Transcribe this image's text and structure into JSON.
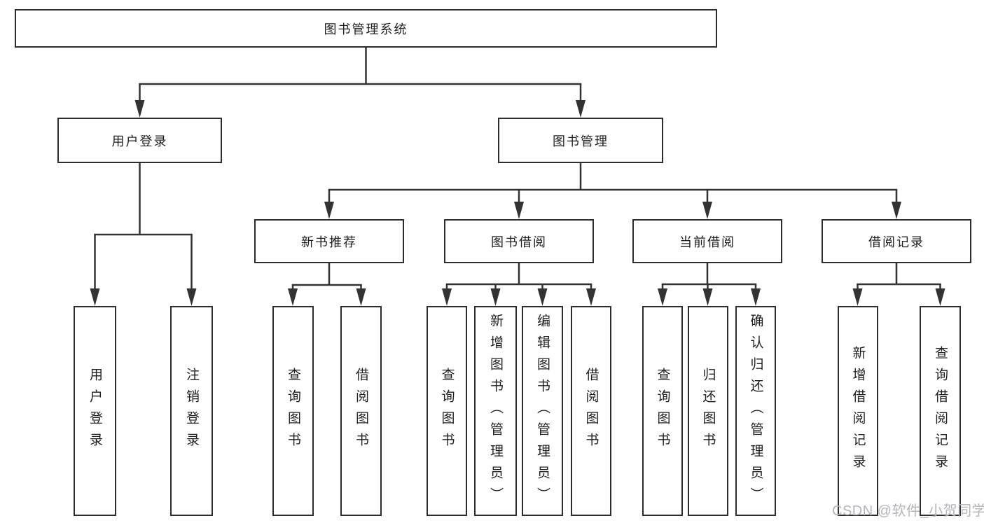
{
  "diagram": {
    "root": {
      "label": "图书管理系统"
    },
    "branches": [
      {
        "label": "用户登录",
        "children": [
          {
            "label": "用户登录"
          },
          {
            "label": "注销登录"
          }
        ]
      },
      {
        "label": "图书管理",
        "sections": [
          {
            "label": "新书推荐",
            "children": [
              {
                "label": "查询图书"
              },
              {
                "label": "借阅图书"
              }
            ]
          },
          {
            "label": "图书借阅",
            "children": [
              {
                "label": "查询图书"
              },
              {
                "label": "新增图书（管理员）"
              },
              {
                "label": "编辑图书（管理员）"
              },
              {
                "label": "借阅图书"
              }
            ]
          },
          {
            "label": "当前借阅",
            "children": [
              {
                "label": "查询图书"
              },
              {
                "label": "归还图书"
              },
              {
                "label": "确认归还（管理员）"
              }
            ]
          },
          {
            "label": "借阅记录",
            "children": [
              {
                "label": "新增借阅记录"
              },
              {
                "label": "查询借阅记录"
              }
            ]
          }
        ]
      }
    ]
  },
  "watermark": {
    "text": "CSDN @软件_小贺同学"
  },
  "colors": {
    "line": "#333333",
    "border": "#2d2d2d",
    "text": "#1f1f1f",
    "background": "#ffffff",
    "watermark": "#b4b4ba"
  }
}
